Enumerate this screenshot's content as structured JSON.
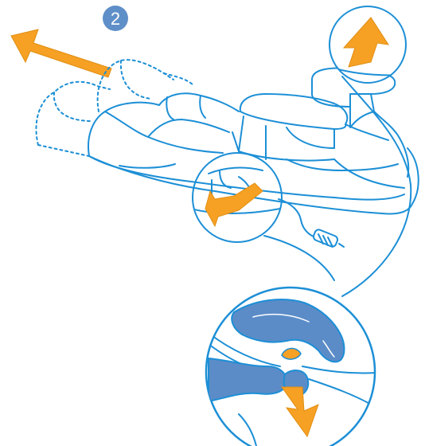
{
  "figure": {
    "step_number": "2"
  },
  "colors": {
    "line": "#1c8fd6",
    "arrow": "#f6a024",
    "badge": "#5f8fc8",
    "hand": "#5b8cc8",
    "background": "#ffffff"
  },
  "icons": {
    "pull_out_arrow": "arrow-left-up",
    "lift_arrow": "arrow-up",
    "press_arrow": "arrow-down",
    "release_arrow": "arrow-down"
  }
}
